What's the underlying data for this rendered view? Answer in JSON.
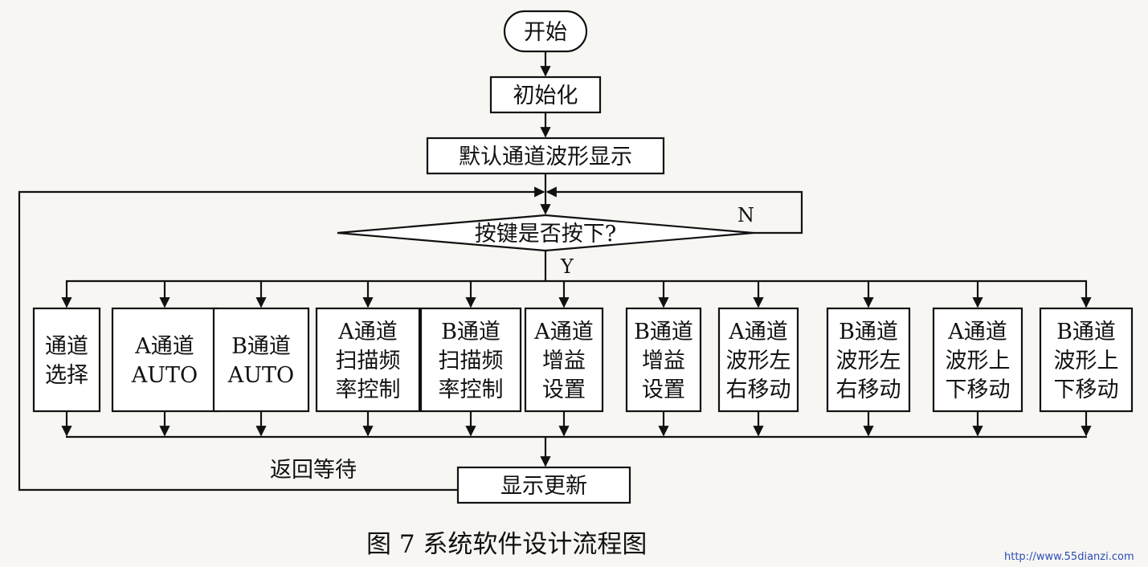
{
  "nodes": {
    "start": "开始",
    "init": "初始化",
    "default_display": "默认通道波形显示",
    "decision": "按键是否按下?",
    "refresh": "显示更新"
  },
  "branch_labels": {
    "no": "N",
    "yes": "Y"
  },
  "loop_label": "返回等待",
  "functions": [
    [
      "通道",
      "选择"
    ],
    [
      "A通道",
      "AUTO"
    ],
    [
      "B通道",
      "AUTO"
    ],
    [
      "A通道",
      "扫描频",
      "率控制"
    ],
    [
      "B通道",
      "扫描频",
      "率控制"
    ],
    [
      "A通道",
      "增益",
      "设置"
    ],
    [
      "B通道",
      "增益",
      "设置"
    ],
    [
      "A通道",
      "波形左",
      "右移动"
    ],
    [
      "B通道",
      "波形左",
      "右移动"
    ],
    [
      "A通道",
      "波形上",
      "下移动"
    ],
    [
      "B通道",
      "波形上",
      "下移动"
    ]
  ],
  "caption": "图 7   系统软件设计流程图",
  "watermark": "http://www.55dianzi.com"
}
